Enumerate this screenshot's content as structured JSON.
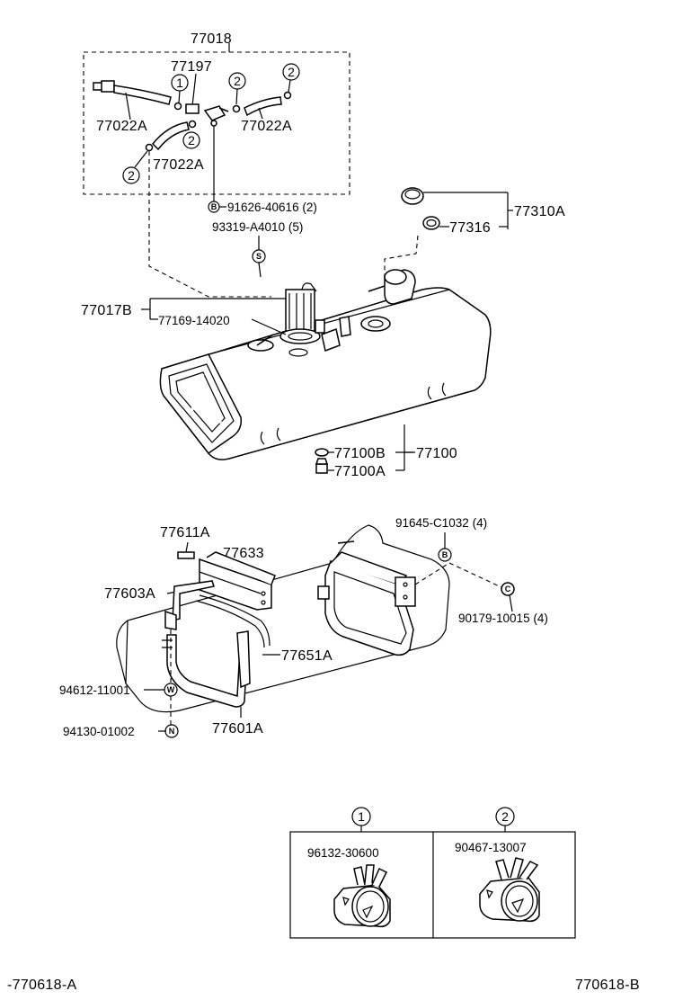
{
  "labels": {
    "p77018": "77018",
    "p77197": "77197",
    "p77022A_left": "77022A",
    "p77022A_right": "77022A",
    "p77022A_mid": "77022A",
    "p91626": "91626-40616 (2)",
    "p93319": "93319-A4010 (5)",
    "p77310A": "77310A",
    "p77316": "77316",
    "p77017B": "77017B",
    "p77169": "77169-14020",
    "p77100B": "77100B",
    "p77100": "77100",
    "p77100A": "77100A",
    "p77611A": "77611A",
    "p77633": "77633",
    "p91645": "91645-C1032 (4)",
    "p77603A": "77603A",
    "p90179": "90179-10015 (4)",
    "p77651A": "77651A",
    "p94612": "94612-11001",
    "p94130": "94130-01002",
    "p77601A": "77601A",
    "legend_1_part": "96132-30600",
    "legend_2_part": "90467-13007",
    "footer_left": "-770618-A",
    "footer_right": "770618-B"
  },
  "markers": {
    "one": "1",
    "two": "2",
    "b": "B",
    "s": "S",
    "w": "W",
    "n": "N",
    "c": "C"
  }
}
